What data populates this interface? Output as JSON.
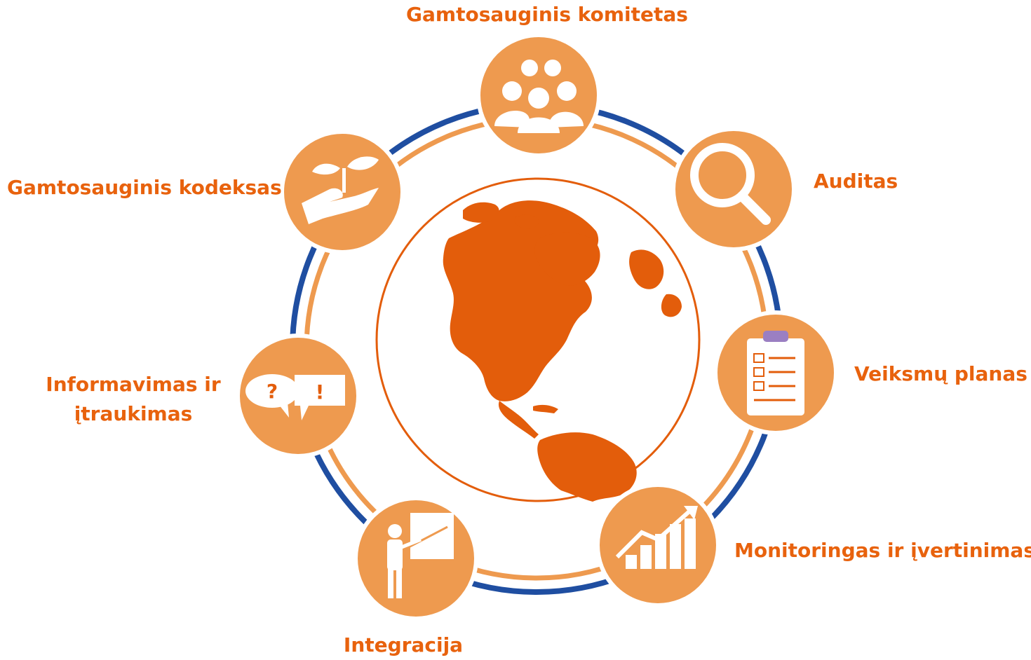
{
  "colors": {
    "label_orange": "#E8620D",
    "node_fill": "#EE9A4F",
    "inner_ring": "#EE9A4F",
    "outer_ring": "#1F4EA1",
    "globe_land": "#E35D0B",
    "icon_fill": "#ffffff"
  },
  "center": {
    "icon": "globe-icon"
  },
  "steps": [
    {
      "id": "komitetas",
      "label": "Gamtosauginis komitetas",
      "icon": "people-group-icon"
    },
    {
      "id": "auditas",
      "label": "Auditas",
      "icon": "magnifier-icon"
    },
    {
      "id": "planas",
      "label": "Veiksmų planas",
      "icon": "clipboard-checklist-icon"
    },
    {
      "id": "monitoringas",
      "label": "Monitoringas ir įvertinimas",
      "icon": "growth-chart-icon"
    },
    {
      "id": "integracija",
      "label": "Integracija",
      "icon": "teacher-board-icon"
    },
    {
      "id": "informavimas",
      "label_line1": "Informavimas ir",
      "label_line2": "įtraukimas",
      "icon": "speech-bubbles-icon"
    },
    {
      "id": "kodeksas",
      "label": "Gamtosauginis kodeksas",
      "icon": "hand-sprout-icon"
    }
  ]
}
